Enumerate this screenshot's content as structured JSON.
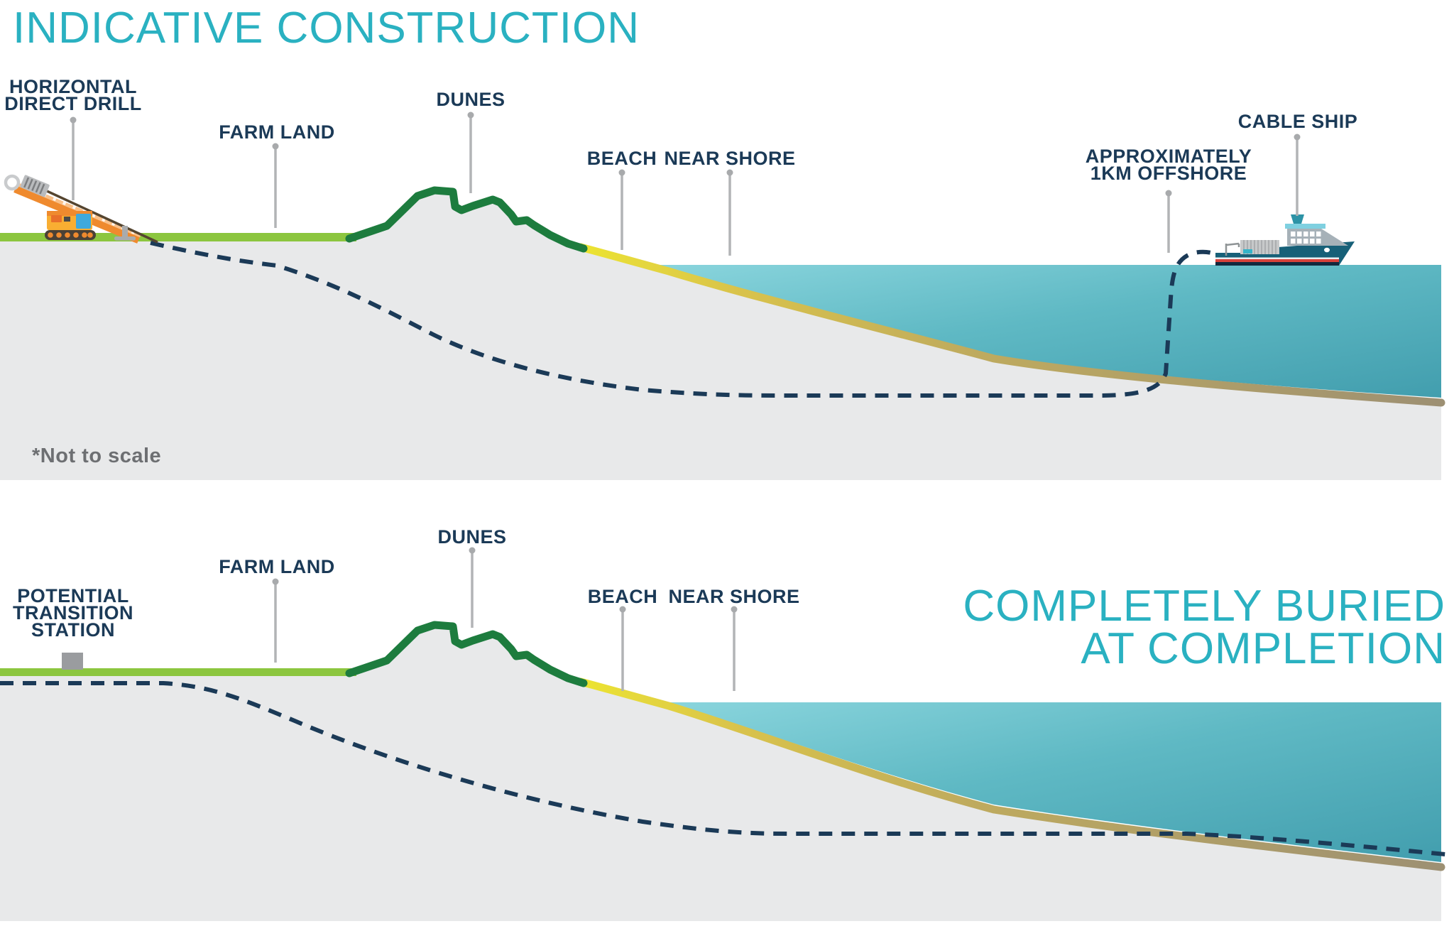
{
  "colors": {
    "accent": "#2ab1c1",
    "label_navy": "#1b3a57",
    "cable_dash": "#1b3a57",
    "ground_gray": "#e8e9ea",
    "farmland_green": "#8cc63f",
    "dune_green": "#1d7c3e",
    "beach_yellow": "#ece42f",
    "seabed_tan": "#9d9073",
    "water_light": "#8ad5dd",
    "water_deep": "#429eae",
    "leader_gray": "#b2b4b6",
    "note_gray": "#6d6f72",
    "station_gray": "#9a9c9f",
    "ship_hull_teal": "#176078",
    "drill_orange": "#ef8a2e"
  },
  "top": {
    "title": "INDICATIVE CONSTRUCTION",
    "note": "*Not to scale",
    "labels": {
      "hdd1": "HORIZONTAL",
      "hdd2": "DIRECT DRILL",
      "farm_land": "FARM LAND",
      "dunes": "DUNES",
      "beach": "BEACH",
      "near_shore": "NEAR SHORE",
      "offshore1": "APPROXIMATELY",
      "offshore2": "1KM OFFSHORE",
      "cable_ship": "CABLE SHIP"
    }
  },
  "bottom": {
    "title1": "COMPLETELY BURIED",
    "title2": "AT COMPLETION",
    "labels": {
      "station1": "POTENTIAL",
      "station2": "TRANSITION",
      "station3": "STATION",
      "farm_land": "FARM LAND",
      "dunes": "DUNES",
      "beach": "BEACH",
      "near_shore": "NEAR SHORE"
    }
  }
}
